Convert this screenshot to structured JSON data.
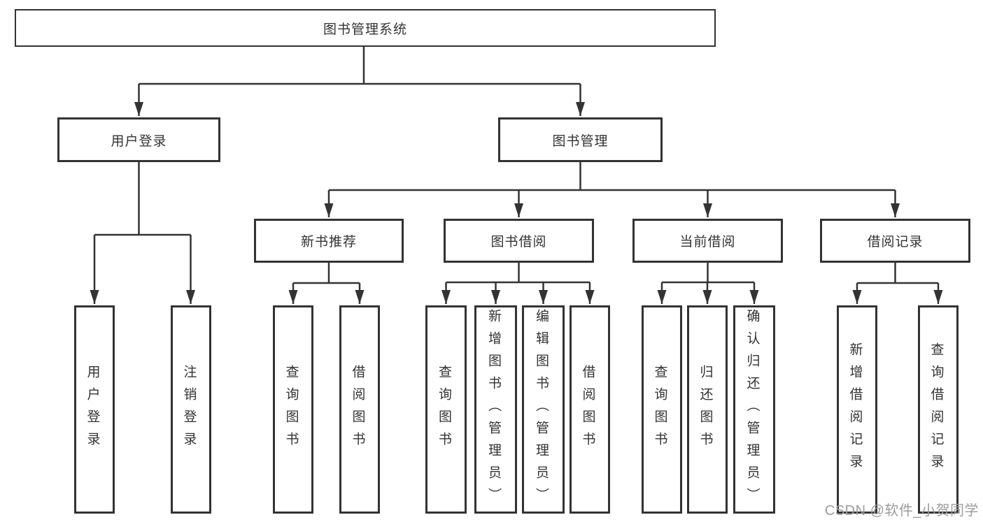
{
  "diagram": {
    "root": "图书管理系统",
    "branches": [
      {
        "label": "用户登录",
        "children": [
          {
            "label": "用户登录"
          },
          {
            "label": "注销登录"
          }
        ]
      },
      {
        "label": "图书管理",
        "children": [
          {
            "label": "新书推荐",
            "children": [
              {
                "label": "查询图书"
              },
              {
                "label": "借阅图书"
              }
            ]
          },
          {
            "label": "图书借阅",
            "children": [
              {
                "label": "查询图书"
              },
              {
                "label": "新增图书（管理员）"
              },
              {
                "label": "编辑图书（管理员）"
              },
              {
                "label": "借阅图书"
              }
            ]
          },
          {
            "label": "当前借阅",
            "children": [
              {
                "label": "查询图书"
              },
              {
                "label": "归还图书"
              },
              {
                "label": "确认归还（管理员）"
              }
            ]
          },
          {
            "label": "借阅记录",
            "children": [
              {
                "label": "新增借阅记录"
              },
              {
                "label": "查询借阅记录"
              }
            ]
          }
        ]
      }
    ]
  },
  "watermark": {
    "text": "CSDN @软件_小贺同学"
  },
  "colors": {
    "line": "#333333",
    "text": "#333333",
    "node_background": "#ffffff",
    "watermark": "#9c9c9c",
    "background": "#ffffff"
  }
}
